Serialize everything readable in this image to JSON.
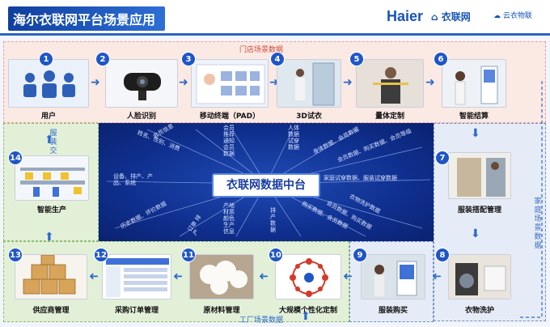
{
  "header": {
    "title": "海尔衣联网平台场景应用",
    "brand_haier": "Haier",
    "brand_yilianwang": "衣联网",
    "brand_3": "云衣物联"
  },
  "zones": {
    "top": "门店场景数据",
    "right": "家庭场景数据",
    "left": "服装交付",
    "bottom": "工厂场景数据"
  },
  "hub": "衣联网数据中台",
  "steps": [
    {
      "n": "1",
      "label": "用户"
    },
    {
      "n": "2",
      "label": "人脸识别"
    },
    {
      "n": "3",
      "label": "移动终端（PAD）"
    },
    {
      "n": "4",
      "label": "3D试衣"
    },
    {
      "n": "5",
      "label": "量体定制"
    },
    {
      "n": "6",
      "label": "智能结算"
    },
    {
      "n": "7",
      "label": "服装搭配管理"
    },
    {
      "n": "8",
      "label": "衣物洗护"
    },
    {
      "n": "9",
      "label": "服装购买"
    },
    {
      "n": "10",
      "label": "大规模个性化定制"
    },
    {
      "n": "11",
      "label": "原材料管理"
    },
    {
      "n": "12",
      "label": "采购订单管理"
    },
    {
      "n": "13",
      "label": "供应商管理"
    },
    {
      "n": "14",
      "label": "智能生产"
    }
  ],
  "core_labels": {
    "a": "姓名、性别、消费",
    "b": "会员信息",
    "c": "会员 推荐 通知 会员 数据",
    "d": "人体 数据 试穿 数据",
    "e": "身体数据、会员数据",
    "f": "会员数据、购买数据、会员等级",
    "g": "家庭试穿数据、服装试穿数据",
    "h": "设备、排产、产品、系统",
    "i": "历史数据、评价数据",
    "j": "订单 排产",
    "k": "产地 材质 颜色 生产 信息",
    "l": "排产 数据",
    "m": "衣物洗护数据",
    "n": "购买数据、会员数据",
    "o": "会员数据、购买数据"
  }
}
